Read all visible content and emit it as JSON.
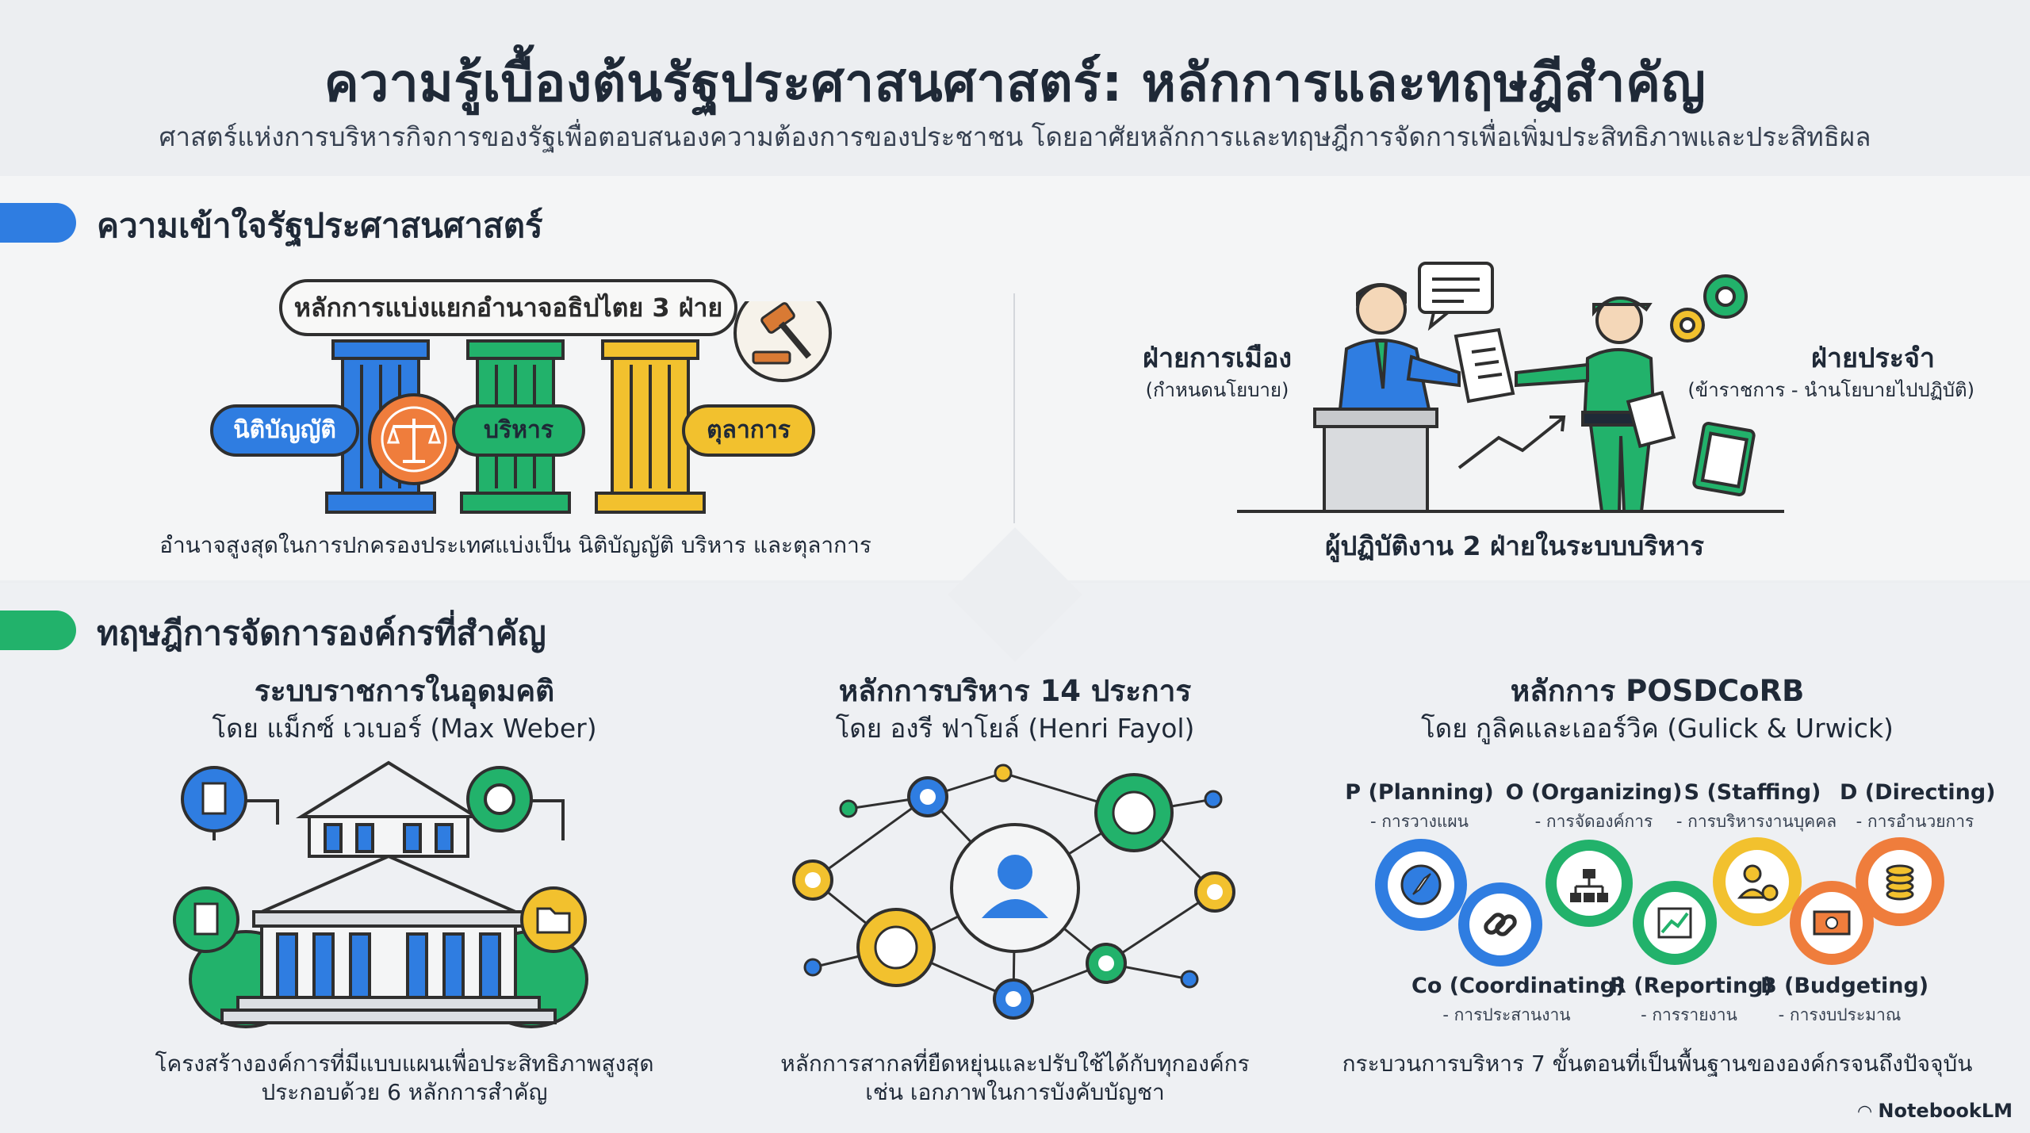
{
  "header": {
    "title": "ความรู้เบื้องต้นรัฐประศาสนศาสตร์: หลักการและทฤษฎีสำคัญ",
    "subtitle": "ศาสตร์แห่งการบริหารกิจการของรัฐเพื่อตอบสนองความต้องการของประชาชน โดยอาศัยหลักการและทฤษฎีการจัดการเพื่อเพิ่มประสิทธิภาพและประสิทธิผล"
  },
  "section1": {
    "title": "ความเข้าใจรัฐประศาสนศาสตร์",
    "bar_color": "#2f7de1",
    "separation": {
      "banner": "หลักการแบ่งแยกอำนาจอธิปไตย 3 ฝ่าย",
      "legislative": "นิติบัญญัติ",
      "executive": "บริหาร",
      "judicial": "ตุลาการ",
      "caption": "อำนาจสูงสุดในการปกครองประเทศแบ่งเป็น นิติบัญญัติ บริหาร และตุลาการ"
    },
    "officials": {
      "political_title": "ฝ่ายการเมือง",
      "political_sub": "(กำหนดนโยบาย)",
      "permanent_title": "ฝ่ายประจำ",
      "permanent_sub": "(ข้าราชการ - นำนโยบายไปปฏิบัติ)",
      "caption": "ผู้ปฏิบัติงาน 2 ฝ่ายในระบบบริหาร"
    }
  },
  "section2": {
    "title": "ทฤษฎีการจัดการองค์กรที่สำคัญ",
    "bar_color": "#22b26b",
    "weber": {
      "title": "ระบบราชการในอุดมคติ",
      "subtitle": "โดย แม็กซ์ เวเบอร์ (Max Weber)",
      "caption_line1": "โครงสร้างองค์การที่มีแบบแผนเพื่อประสิทธิภาพสูงสุด",
      "caption_line2": "ประกอบด้วย 6 หลักการสำคัญ"
    },
    "fayol": {
      "title": "หลักการบริหาร 14 ประการ",
      "subtitle": "โดย องรี ฟาโยล์ (Henri Fayol)",
      "caption_line1": "หลักการสากลที่ยืดหยุ่นและปรับใช้ได้กับทุกองค์กร",
      "caption_line2": "เช่น เอกภาพในการบังคับบัญชา"
    },
    "posdcorb": {
      "title": "หลักการ POSDCoRB",
      "subtitle": "โดย กูลิคและเออร์วิค (Gulick & Urwick)",
      "items": [
        {
          "label": "P (Planning)",
          "desc": "- การวางแผน",
          "color": "#2f7de1",
          "icon": "compass-icon"
        },
        {
          "label": "O (Organizing)",
          "desc": "- การจัดองค์การ",
          "color": "#22b26b",
          "icon": "org-chart-icon"
        },
        {
          "label": "S (Staffing)",
          "desc": "- การบริหารงานบุคคล",
          "color": "#f2c12e",
          "icon": "staff-money-icon"
        },
        {
          "label": "D (Directing)",
          "desc": "- การอำนวยการ",
          "color": "#ef7d3c",
          "icon": "coins-icon"
        },
        {
          "label": "Co (Coordinating)",
          "desc": "- การประสานงาน",
          "color": "#2f7de1",
          "icon": "chain-link-icon"
        },
        {
          "label": "R (Reporting)",
          "desc": "- การรายงาน",
          "color": "#22b26b",
          "icon": "trend-chart-icon"
        },
        {
          "label": "B (Budgeting)",
          "desc": "- การงบประมาณ",
          "color": "#ef7d3c",
          "icon": "banknote-icon"
        }
      ],
      "caption": "กระบวนการบริหาร 7 ขั้นตอนที่เป็นพื้นฐานขององค์กรจนถึงปัจจุบัน"
    }
  },
  "footer": {
    "brand": "NotebookLM"
  },
  "colors": {
    "blue": "#2f7de1",
    "green": "#22b26b",
    "yellow": "#f2c12e",
    "orange": "#ef7d3c"
  }
}
